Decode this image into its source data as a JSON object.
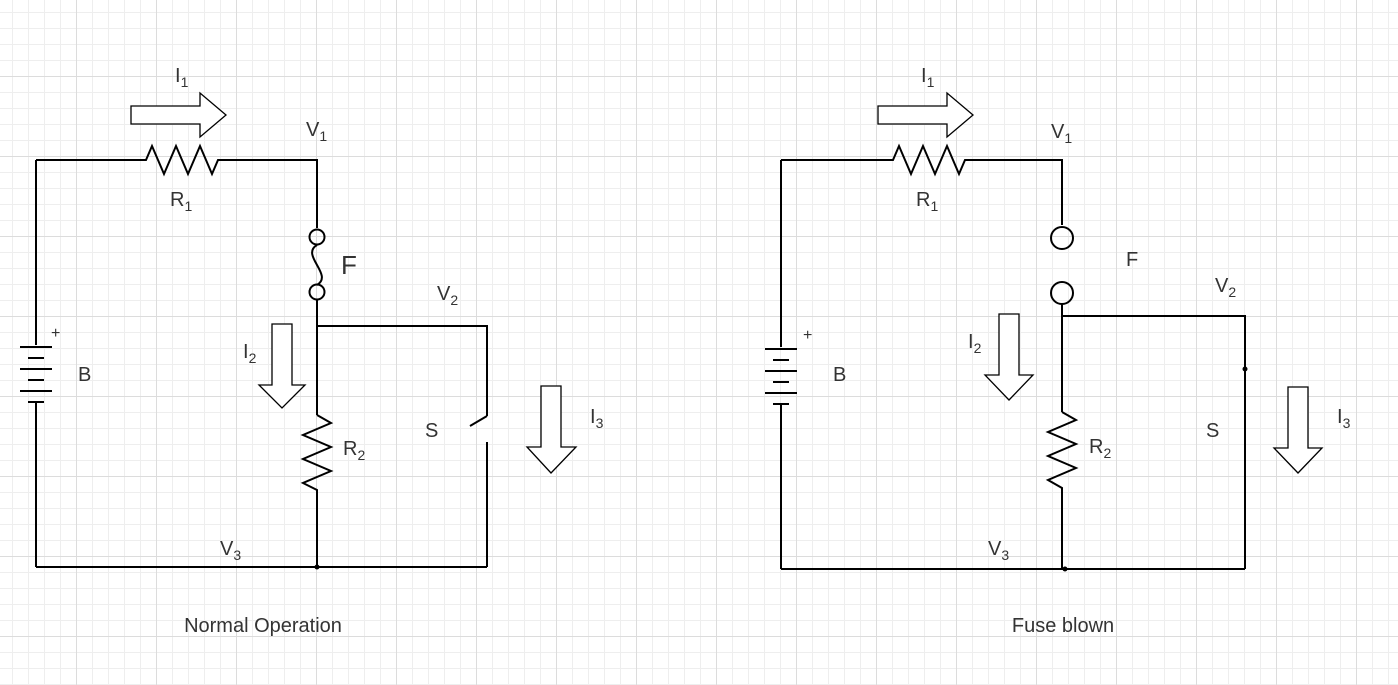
{
  "left_diagram": {
    "caption": "Normal Operation",
    "labels": {
      "i1": "I",
      "i1_sub": "1",
      "v1": "V",
      "v1_sub": "1",
      "r1": "R",
      "r1_sub": "1",
      "fuse": "F",
      "v2": "V",
      "v2_sub": "2",
      "battery_plus": "+",
      "battery": "B",
      "i2": "I",
      "i2_sub": "2",
      "r2": "R",
      "r2_sub": "2",
      "switch": "S",
      "i3": "I",
      "i3_sub": "3",
      "v3": "V",
      "v3_sub": "3"
    }
  },
  "right_diagram": {
    "caption": "Fuse blown",
    "labels": {
      "i1": "I",
      "i1_sub": "1",
      "v1": "V",
      "v1_sub": "1",
      "r1": "R",
      "r1_sub": "1",
      "fuse": "F",
      "v2": "V",
      "v2_sub": "2",
      "battery_plus": "+",
      "battery": "B",
      "i2": "I",
      "i2_sub": "2",
      "r2": "R",
      "r2_sub": "2",
      "switch": "S",
      "i3": "I",
      "i3_sub": "3",
      "v3": "V",
      "v3_sub": "3"
    }
  }
}
